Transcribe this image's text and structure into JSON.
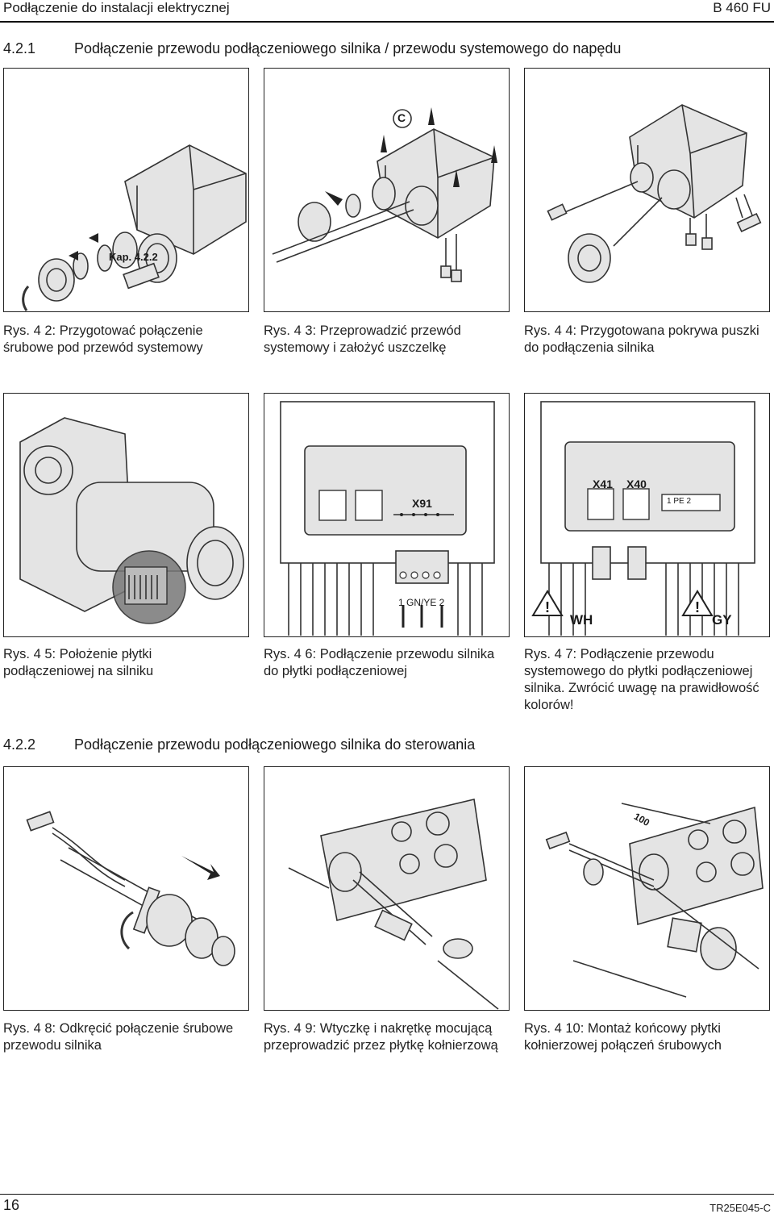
{
  "header": {
    "left": "Podłączenie do instalacji elektrycznej",
    "right": "B 460 FU"
  },
  "section1": {
    "number": "4.2.1",
    "title": "Podłączenie przewodu podłączeniowego silnika / przewodu systemowego do napędu"
  },
  "section2": {
    "number": "4.2.2",
    "title": "Podłączenie przewodu podłączeniowego silnika do sterowania"
  },
  "figures": [
    {
      "id": "4-2",
      "ref": "Kap. 4.2.2",
      "caption": "Rys. 4 2: Przygotować połączenie śrubowe pod przewód systemowy"
    },
    {
      "id": "4-3",
      "mark": "C",
      "caption": "Rys. 4 3: Przeprowadzić przewód systemowy i założyć uszczelkę"
    },
    {
      "id": "4-4",
      "caption": "Rys. 4 4: Przygotowana pokrywa puszki do podłączenia silnika"
    },
    {
      "id": "4-5",
      "caption": "Rys. 4 5: Położenie płytki podłączeniowej na silniku"
    },
    {
      "id": "4-6",
      "labels": {
        "x91": "X91",
        "terminal": "1 GN/YE 2"
      },
      "caption": "Rys. 4 6: Podłączenie przewodu silnika do płytki podłączeniowej"
    },
    {
      "id": "4-7",
      "labels": {
        "x41": "X41",
        "x40": "X40",
        "terminal": "1 PE 2",
        "wh": "WH",
        "gy": "GY"
      },
      "caption": "Rys. 4 7: Podłączenie przewodu systemowego do płytki podłączeniowej silnika. Zwrócić uwagę na prawidłowość kolorów!"
    },
    {
      "id": "4-8",
      "caption": "Rys. 4 8: Odkręcić połączenie śrubowe przewodu silnika"
    },
    {
      "id": "4-9",
      "caption": "Rys. 4 9: Wtyczkę i nakrętkę mocującą przeprowadzić przez płytkę kołnierzową"
    },
    {
      "id": "4-10",
      "dimension": "100",
      "caption": "Rys. 4 10: Montaż końcowy płytki kołnierzowej połączeń śrubowych"
    }
  ],
  "footer": {
    "page": "16",
    "doc": "TR25E045-C"
  }
}
